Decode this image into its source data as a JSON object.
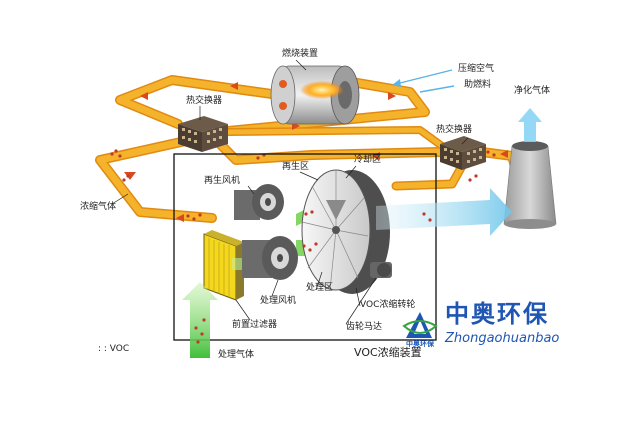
{
  "labels": {
    "combustion_device": "燃烧装置",
    "compressed_air": "压缩空气",
    "auxiliary_fuel": "助燃料",
    "purified_gas": "净化气体",
    "heat_exchanger_left": "热交换器",
    "heat_exchanger_right": "热交换器",
    "regeneration_zone": "再生区",
    "cooling_zone": "冷却区",
    "regeneration_fan": "再生风机",
    "concentrated_gas": "浓缩气体",
    "process_fan": "处理风机",
    "process_zone": "处理区",
    "voc_rotor": "VOC浓缩转轮",
    "pre_filter": "前置过滤器",
    "gear_motor": "齿轮马达",
    "voc_device": "VOC浓缩装置",
    "process_gas": "处理气体",
    "legend_voc": ": : VOC"
  },
  "brand": {
    "name_cn": "中奥环保",
    "name_en": "Zhongaohuanbao",
    "logo_text": "中奥环保"
  },
  "colors": {
    "duct_orange": "#f4b32a",
    "duct_edge": "#e08a12",
    "flow_green": "#7fd64d",
    "flow_blue": "#9fd9f2",
    "brand_blue": "#1f56b3",
    "brand_green": "#34a53b",
    "voc_dot": "#c0392b"
  }
}
